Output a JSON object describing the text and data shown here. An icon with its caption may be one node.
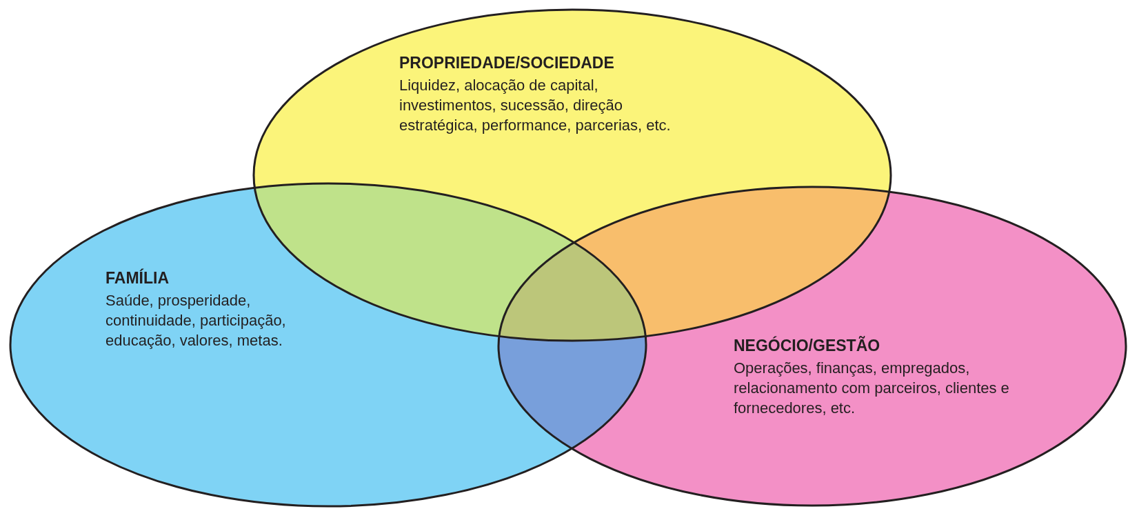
{
  "diagram": {
    "nodes": [
      {
        "text": [
          "PROPRIEDADE/SOCIEDADE",
          "Liquidez, alocação de capital, investimentos, sucessão, direção estratégica, performance, parcerias, etc."
        ]
      },
      {
        "text": [
          "FAMÍLIA",
          "Saúde, prosperidade, continuidade, participação, educação, valores, metas."
        ]
      },
      {
        "text": [
          "NEGÓCIO/GESTÃO",
          "Operações, finanças, empregados, relacionamento com parceiros, clientes e fornecedores, etc."
        ]
      }
    ]
  }
}
